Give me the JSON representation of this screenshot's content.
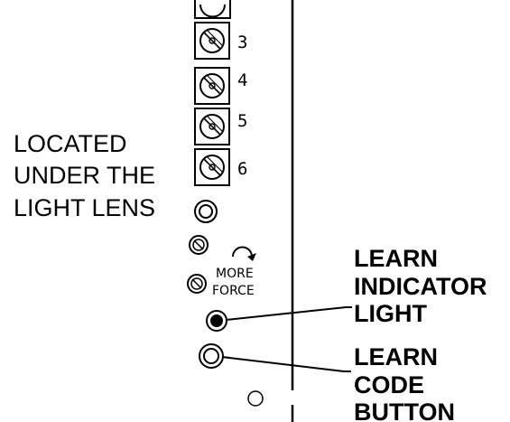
{
  "labels": {
    "location": [
      "LOCATED",
      "UNDER THE",
      "LIGHT LENS"
    ],
    "learn_indicator": [
      "LEARN",
      "INDICATOR",
      "LIGHT"
    ],
    "learn_code": [
      "LEARN",
      "CODE",
      "BUTTON"
    ],
    "more_force": [
      "MORE",
      "FORCE"
    ]
  },
  "terminals": [
    "3",
    "4",
    "5",
    "6"
  ],
  "colors": {
    "ink": "#000000",
    "background": "#ffffff"
  }
}
